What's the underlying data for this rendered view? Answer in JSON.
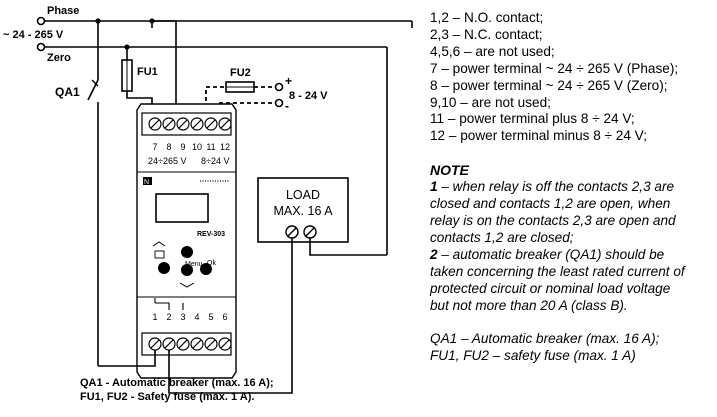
{
  "wiring": {
    "phase_label": "Phase",
    "voltage_label": "~ 24 - 265 V",
    "zero_label": "Zero",
    "qa1_label": "QA1",
    "fu1_label": "FU1",
    "fu2_label": "FU2",
    "plus_sign": "+",
    "minus_sign": "-",
    "dc_label": "8 - 24 V",
    "load_line1": "LOAD",
    "load_line2": "MAX. 16 A",
    "caption_line1": "QA1 - Automatic breaker (max. 16 A);",
    "caption_line2": "FU1, FU2 - Safety fuse  (max. 1 A)."
  },
  "device": {
    "model": "REV-303",
    "top_terminal_numbers": [
      "7",
      "8",
      "9",
      "10",
      "11",
      "12"
    ],
    "top_label_left": "24÷265 V",
    "top_label_right": "8÷24 V",
    "bottom_terminal_numbers": [
      "1",
      "2",
      "3",
      "4",
      "5",
      "6"
    ],
    "menu_label": "Menu",
    "ok_label": "Ok"
  },
  "legend": [
    "1,2 – N.O. contact;",
    "2,3 – N.C. contact;",
    "4,5,6 – are not used;",
    "7 – power terminal ~ 24 ÷ 265 V (Phase);",
    "8 – power terminal ~ 24 ÷ 265 V (Zero);",
    "9,10 – are not used;",
    "11 – power terminal plus 8 ÷ 24 V;",
    "12 – power terminal minus 8 ÷ 24 V;"
  ],
  "note": {
    "title": "NOTE",
    "item1_num": "1",
    "item1_lines": [
      " – when relay is off the contacts 2,3 are",
      "closed and contacts 1,2 are open, when",
      "relay is on the contacts 2,3 are open and",
      "contacts 1,2 are closed;"
    ],
    "item2_num": "2",
    "item2_lines": [
      " – automatic breaker (QA1) should be",
      "taken concerning the least rated current of",
      "protected circuit or nominal load voltage",
      "but not more than 20 A (class B)."
    ]
  },
  "footnote": [
    "QA1 – Automatic breaker (max. 16 A);",
    "FU1, FU2 – safety fuse (max. 1 A)"
  ]
}
